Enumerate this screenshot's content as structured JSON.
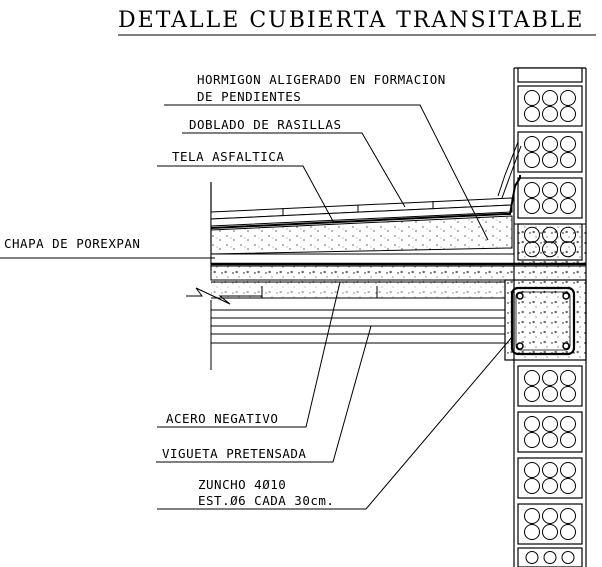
{
  "title": "DETALLE CUBIERTA TRANSITABLE",
  "labels": {
    "hormigon_line1": "HORMIGON ALIGERADO EN FORMACION",
    "hormigon_line2": "DE PENDIENTES",
    "doblado": "DOBLADO DE RASILLAS",
    "tela": "TELA ASFALTICA",
    "chapa": "CHAPA DE POREXPAN",
    "acero": "ACERO NEGATIVO",
    "vigueta": "VIGUETA PRETENSADA",
    "zuncho_line1": "ZUNCHO 4Ø10",
    "zuncho_line2": "EST.Ø6 CADA 30cm."
  }
}
